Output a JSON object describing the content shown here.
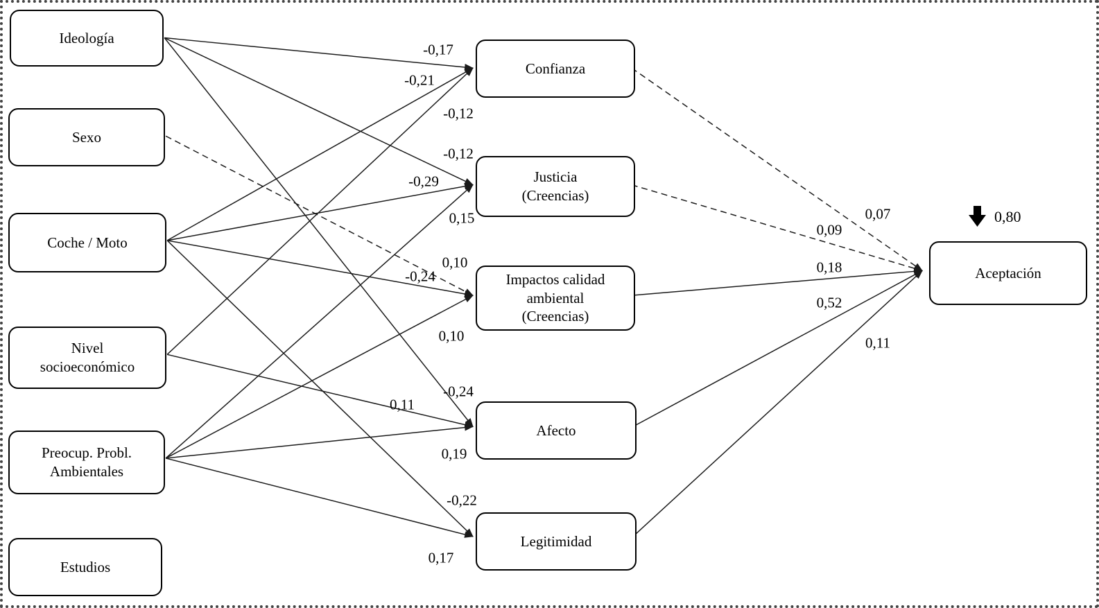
{
  "diagram": {
    "predictors": [
      {
        "id": "ideologia",
        "lines": [
          "Ideología"
        ]
      },
      {
        "id": "sexo",
        "lines": [
          "Sexo"
        ]
      },
      {
        "id": "coche_moto",
        "lines": [
          "Coche / Moto"
        ]
      },
      {
        "id": "nivel_socio",
        "lines": [
          "Nivel",
          "socioeconómico"
        ]
      },
      {
        "id": "preocup",
        "lines": [
          "Preocup. Probl.",
          "Ambientales"
        ]
      },
      {
        "id": "estudios",
        "lines": [
          "Estudios"
        ]
      }
    ],
    "mediators": [
      {
        "id": "confianza",
        "lines": [
          "Confianza"
        ]
      },
      {
        "id": "justicia",
        "lines": [
          "Justicia",
          "(Creencias)"
        ]
      },
      {
        "id": "impactos",
        "lines": [
          "Impactos calidad",
          "ambiental",
          "(Creencias)"
        ]
      },
      {
        "id": "afecto",
        "lines": [
          "Afecto"
        ]
      },
      {
        "id": "legitimidad",
        "lines": [
          "Legitimidad"
        ]
      }
    ],
    "outcome": {
      "id": "aceptacion",
      "lines": [
        "Aceptación"
      ],
      "r2_label": "0,80"
    },
    "edges": [
      {
        "from": "ideologia",
        "to": "confianza",
        "label": "-0,17",
        "style": "solid"
      },
      {
        "from": "coche_moto",
        "to": "confianza",
        "label": "-0,21",
        "style": "solid"
      },
      {
        "from": "nivel_socio",
        "to": "confianza",
        "label": "-0,12",
        "style": "solid"
      },
      {
        "from": "ideologia",
        "to": "justicia",
        "label": "-0,12",
        "style": "solid"
      },
      {
        "from": "coche_moto",
        "to": "justicia",
        "label": "-0,29",
        "style": "solid"
      },
      {
        "from": "preocup",
        "to": "justicia",
        "label": "0,15",
        "style": "solid"
      },
      {
        "from": "coche_moto",
        "to": "impactos",
        "label": "0,10",
        "style": "solid"
      },
      {
        "from": "sexo",
        "to": "impactos",
        "label": "-0,24",
        "style": "dashed"
      },
      {
        "from": "preocup",
        "to": "impactos",
        "label": "0,10",
        "style": "solid"
      },
      {
        "from": "ideologia",
        "to": "afecto",
        "label": "-0,24",
        "style": "solid"
      },
      {
        "from": "nivel_socio",
        "to": "afecto",
        "label": "0,11",
        "style": "solid"
      },
      {
        "from": "preocup",
        "to": "afecto",
        "label": "0,19",
        "style": "solid"
      },
      {
        "from": "coche_moto",
        "to": "legitimidad",
        "label": "-0,22",
        "style": "solid"
      },
      {
        "from": "preocup",
        "to": "legitimidad",
        "label": "0,17",
        "style": "solid"
      },
      {
        "from": "confianza",
        "to": "aceptacion",
        "label": "0,07",
        "style": "dashed"
      },
      {
        "from": "justicia",
        "to": "aceptacion",
        "label": "0,09",
        "style": "dashed"
      },
      {
        "from": "impactos",
        "to": "aceptacion",
        "label": "0,18",
        "style": "solid"
      },
      {
        "from": "afecto",
        "to": "aceptacion",
        "label": "0,52",
        "style": "solid"
      },
      {
        "from": "legitimidad",
        "to": "aceptacion",
        "label": "0,11",
        "style": "solid"
      }
    ]
  }
}
